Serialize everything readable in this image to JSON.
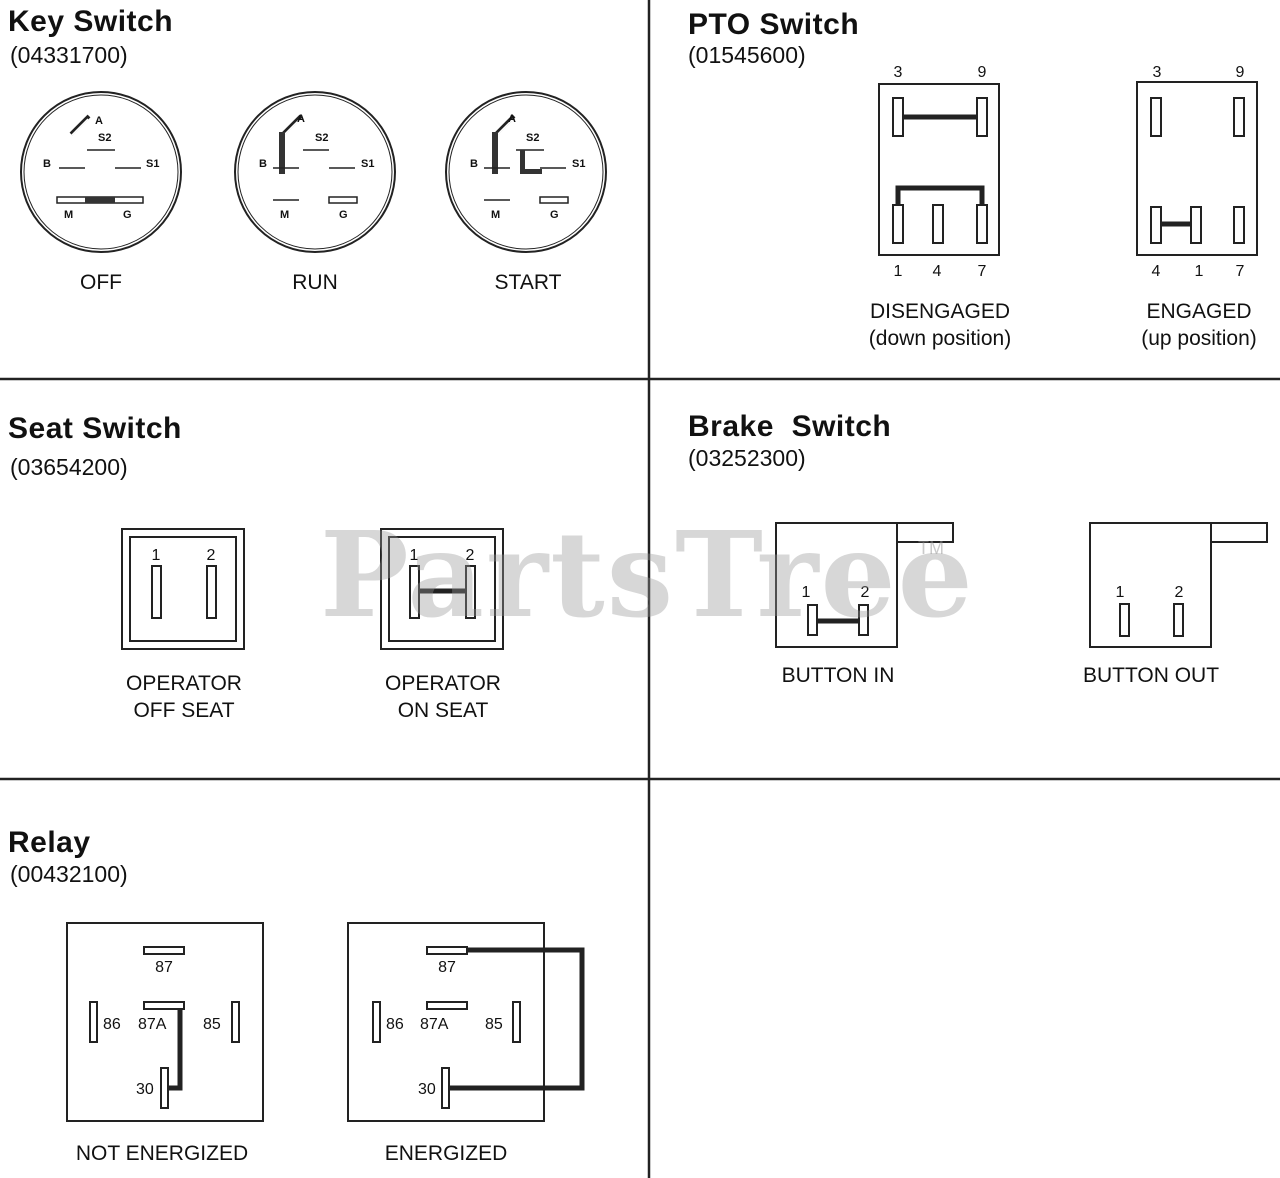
{
  "watermark": {
    "text": "PartsTree",
    "mark": "TM"
  },
  "key_switch": {
    "title": "Key Switch",
    "part_number": "(04331700)",
    "terminal_labels": {
      "a": "A",
      "s2": "S2",
      "b": "B",
      "s1": "S1",
      "m": "M",
      "g": "G"
    },
    "states": [
      "OFF",
      "RUN",
      "START"
    ]
  },
  "pto_switch": {
    "title": "PTO Switch",
    "part_number": "(01545600)",
    "disengaged": {
      "top_pins": [
        "3",
        "9"
      ],
      "bottom_pins": [
        "1",
        "4",
        "7"
      ],
      "caption_line1": "DISENGAGED",
      "caption_line2": "(down position)"
    },
    "engaged": {
      "top_pins": [
        "3",
        "9"
      ],
      "bottom_pins": [
        "4",
        "1",
        "7"
      ],
      "caption_line1": "ENGAGED",
      "caption_line2": "(up position)"
    }
  },
  "seat_switch": {
    "title": "Seat Switch",
    "part_number": "(03654200)",
    "pins": [
      "1",
      "2"
    ],
    "off_seat": {
      "line1": "OPERATOR",
      "line2": "OFF SEAT"
    },
    "on_seat": {
      "line1": "OPERATOR",
      "line2": "ON SEAT"
    }
  },
  "brake_switch": {
    "title": "Brake  Switch",
    "part_number": "(03252300)",
    "pins": [
      "1",
      "2"
    ],
    "button_in": "BUTTON IN",
    "button_out": "BUTTON OUT"
  },
  "relay": {
    "title": "Relay",
    "part_number": "(00432100)",
    "terminals": {
      "t87": "87",
      "t86": "86",
      "t87a": "87A",
      "t85": "85",
      "t30": "30"
    },
    "not_energized": "NOT ENERGIZED",
    "energized": "ENERGIZED"
  },
  "colors": {
    "line": "#222222",
    "background": "#ffffff",
    "watermark": "#969696"
  }
}
